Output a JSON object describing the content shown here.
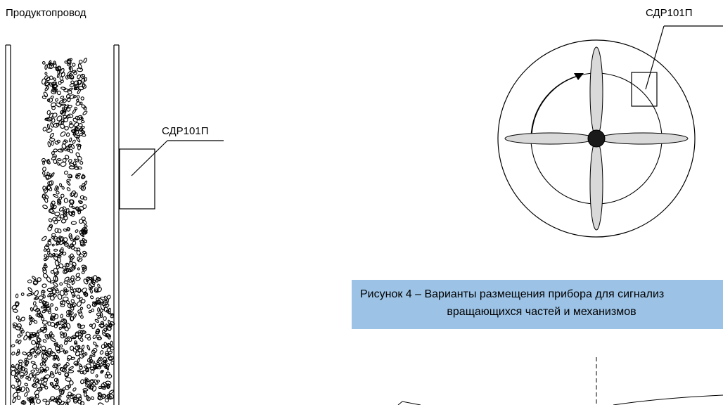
{
  "labels": {
    "pipe": "Продуктопровод",
    "sensor_left": "СДР101П",
    "sensor_right": "СДР101П"
  },
  "caption": {
    "line1": "Рисунок 4 – Варианты размещения прибора для сигнализ",
    "line2": "вращающихся частей и механизмов"
  },
  "colors": {
    "caption_bg": "#9cc3e6",
    "blade_fill": "#d9d9d9",
    "hub_fill": "#1a1a1a"
  }
}
